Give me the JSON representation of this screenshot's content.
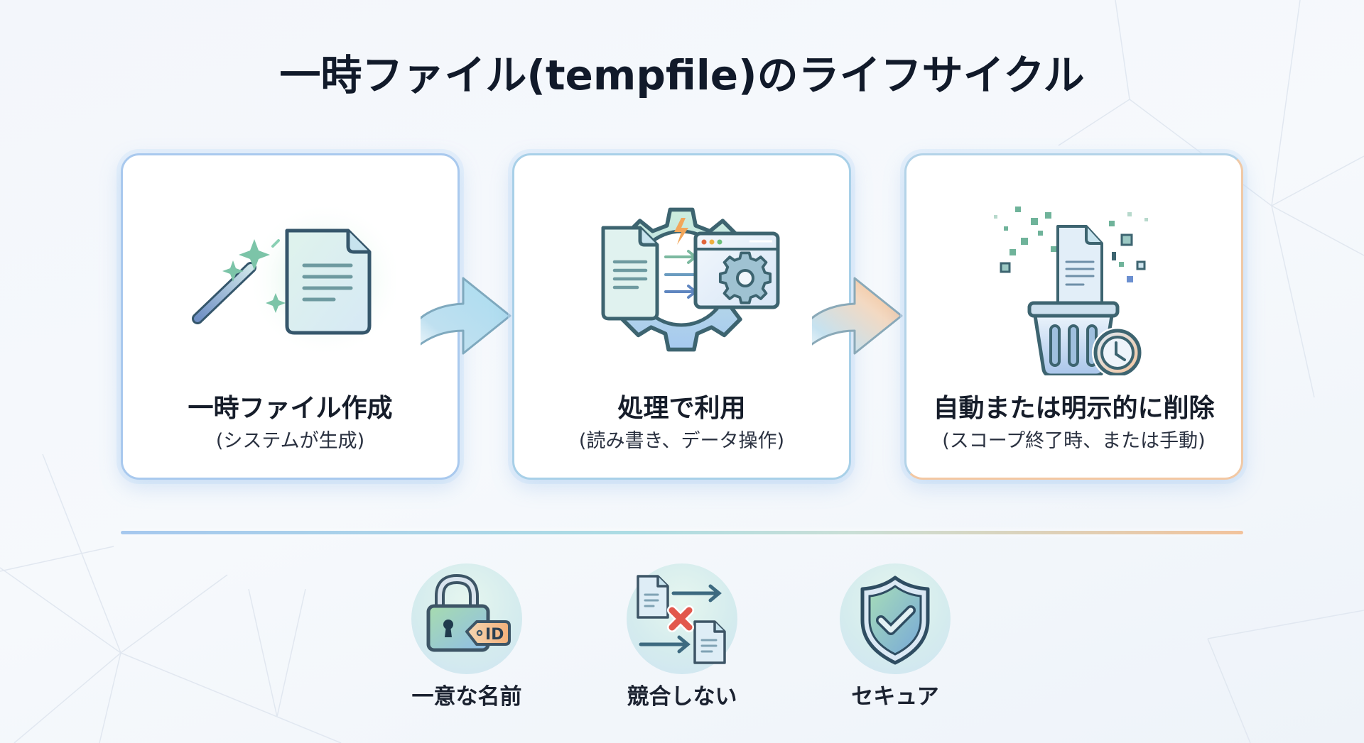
{
  "title": "一時ファイル(tempfile)のライフサイクル",
  "steps": [
    {
      "title": "一時ファイル作成",
      "subtitle": "(システムが生成)",
      "icon": "magic-wand-file-icon"
    },
    {
      "title": "処理で利用",
      "subtitle": "(読み書き、データ操作)",
      "icon": "gear-processing-icon"
    },
    {
      "title": "自動または明示的に削除",
      "subtitle": "(スコープ終了時、または手動)",
      "icon": "trash-clock-icon"
    }
  ],
  "features": [
    {
      "label": "一意な名前",
      "icon": "lock-id-icon",
      "tag_text": "ID"
    },
    {
      "label": "競合しない",
      "icon": "no-conflict-icon"
    },
    {
      "label": "セキュア",
      "icon": "shield-check-icon"
    }
  ],
  "colors": {
    "accent_blue": "#a9c9ee",
    "accent_teal": "#acdce4",
    "accent_orange": "#f2c39c",
    "icon_stroke": "#35566b",
    "text_dark": "#111a2a"
  }
}
